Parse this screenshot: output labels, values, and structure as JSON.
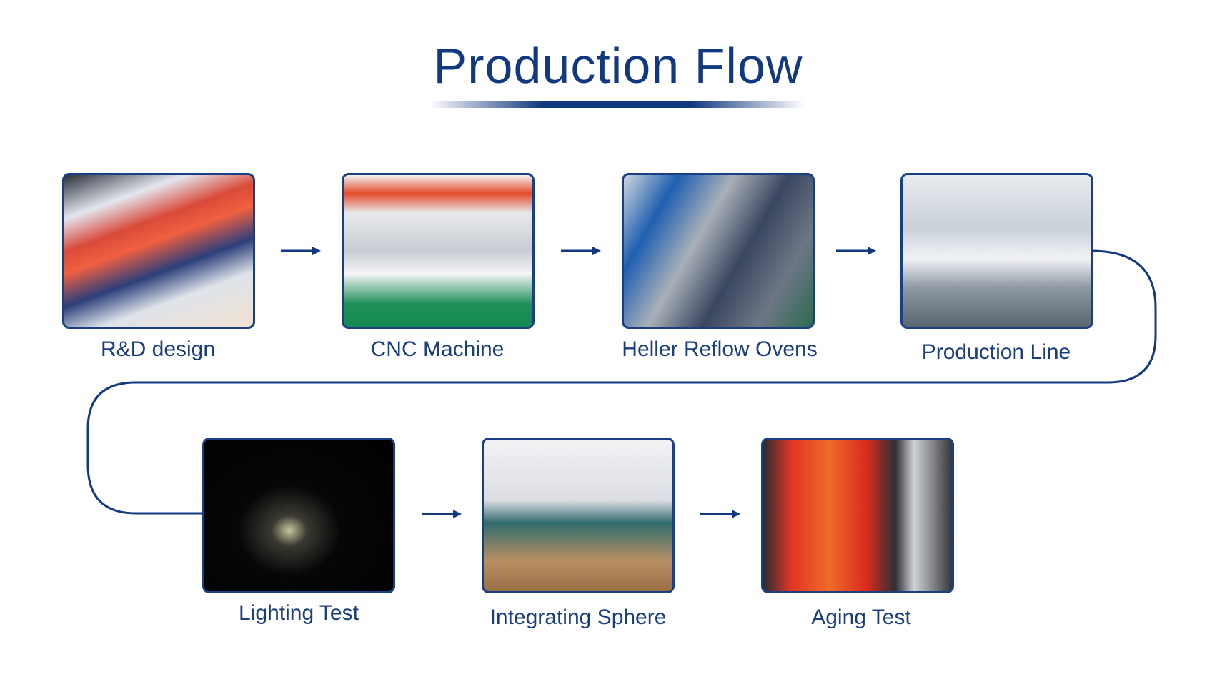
{
  "title": "Production Flow",
  "colors": {
    "primary": "#12397f",
    "border": "#1b3f85"
  },
  "steps": [
    {
      "label": "R&D design"
    },
    {
      "label": "CNC Machine"
    },
    {
      "label": "Heller Reflow Ovens"
    },
    {
      "label": "Production Line"
    },
    {
      "label": "Lighting Test"
    },
    {
      "label": "Integrating Sphere"
    },
    {
      "label": "Aging Test"
    }
  ]
}
